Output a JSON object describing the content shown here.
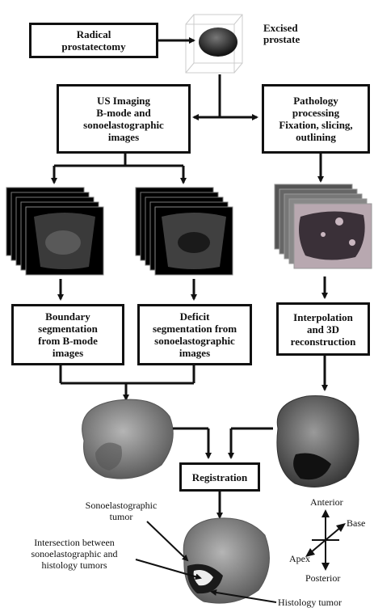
{
  "boxes": {
    "radical": [
      "Radical",
      "prostatectomy"
    ],
    "us_imaging": [
      "US Imaging",
      "B-mode and",
      "sonoelastographic",
      "images"
    ],
    "pathology": [
      "Pathology",
      "processing",
      "Fixation, slicing,",
      "outlining"
    ],
    "boundary": [
      "Boundary",
      "segmentation",
      "from B-mode",
      "images"
    ],
    "deficit": [
      "Deficit",
      "segmentation from",
      "sonoelastographic",
      "images"
    ],
    "interpolation": [
      "Interpolation",
      "and 3D",
      "reconstruction"
    ],
    "registration": [
      "Registration"
    ]
  },
  "labels": {
    "excised": [
      "Excised",
      "prostate"
    ],
    "sono_tumor": [
      "Sonoelastographic",
      "tumor"
    ],
    "intersection": [
      "Intersection between",
      "sonoelastographic and",
      "histology tumors"
    ],
    "histology_tumor": "Histology tumor"
  },
  "orientation": {
    "anterior": "Anterior",
    "base": "Base",
    "apex": "Apex",
    "posterior": "Posterior"
  },
  "colors": {
    "stroke": "#111111",
    "mesh_gray": "#8a8a8a",
    "prostate_dark": "#2a2a2a",
    "histology_pink": "#b8a8b0"
  }
}
